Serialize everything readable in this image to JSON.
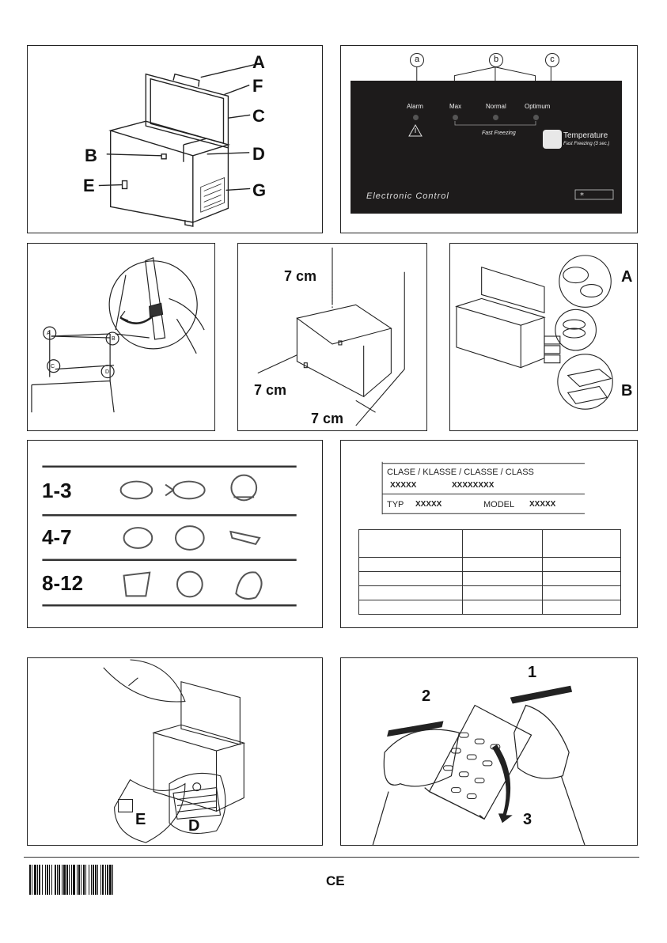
{
  "panel1": {
    "labels": [
      "A",
      "F",
      "C",
      "D",
      "B",
      "E",
      "G"
    ]
  },
  "panel2": {
    "markers": [
      "a",
      "b",
      "c"
    ],
    "leds": [
      "Alarm",
      "Max",
      "Normal",
      "Optimum"
    ],
    "fast_freezing": "Fast Freezing",
    "temperature": "Temperature",
    "temperature_sub": "Fast Freezing (3 sec.)",
    "title": "Electronic Control"
  },
  "panel3": {
    "labels": [
      "A",
      "B",
      "C",
      "D"
    ]
  },
  "panel4": {
    "labels": [
      "7 cm",
      "7 cm",
      "7 cm"
    ]
  },
  "panel5": {
    "labels": [
      "A",
      "B"
    ]
  },
  "panel6": {
    "ranges": [
      "1-3",
      "4-7",
      "8-12"
    ]
  },
  "panel7": {
    "class_header": "CLASE / KLASSE / CLASSE / CLASS",
    "class_value1": "XXXXX",
    "class_value2": "XXXXXXXX",
    "typ_label": "TYP",
    "typ_value": "XXXXX",
    "model_label": "MODEL",
    "model_value": "XXXXX"
  },
  "panel8": {
    "labels": [
      "E",
      "D"
    ]
  },
  "panel9": {
    "steps": [
      "1",
      "2",
      "3"
    ]
  },
  "footer": {
    "ce_mark": "CE"
  }
}
